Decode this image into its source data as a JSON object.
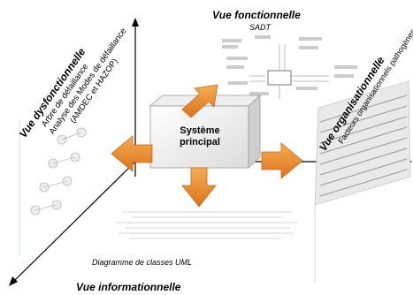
{
  "center": {
    "line1": "Système",
    "line2": "principal"
  },
  "views": {
    "fonctionnelle": {
      "title": "Vue fonctionnelle",
      "subtitle": "SADT"
    },
    "dysfonctionnelle": {
      "title": "Vue dysfonctionnelle",
      "line1": "Arbre de défaillance",
      "line2": "Analyse des Modes de défaillance",
      "line3": "(AMDEC et HAZOP)"
    },
    "organisationnelle": {
      "title": "Vue organisationnelle",
      "subtitle": "Facteurs organisationnels pathogènes"
    },
    "informationnelle": {
      "title": "Vue informationnelle",
      "subtitle": "Diagramme de classes UML"
    }
  },
  "colors": {
    "arrow_orange": "#f0922c",
    "arrow_dark": "#c8681a",
    "axis": "#000000"
  },
  "icons": [
    "sadt-diagram-thumbnail",
    "fault-tree-thumbnail",
    "organisation-chart-thumbnail",
    "uml-class-diagram-thumbnail"
  ]
}
